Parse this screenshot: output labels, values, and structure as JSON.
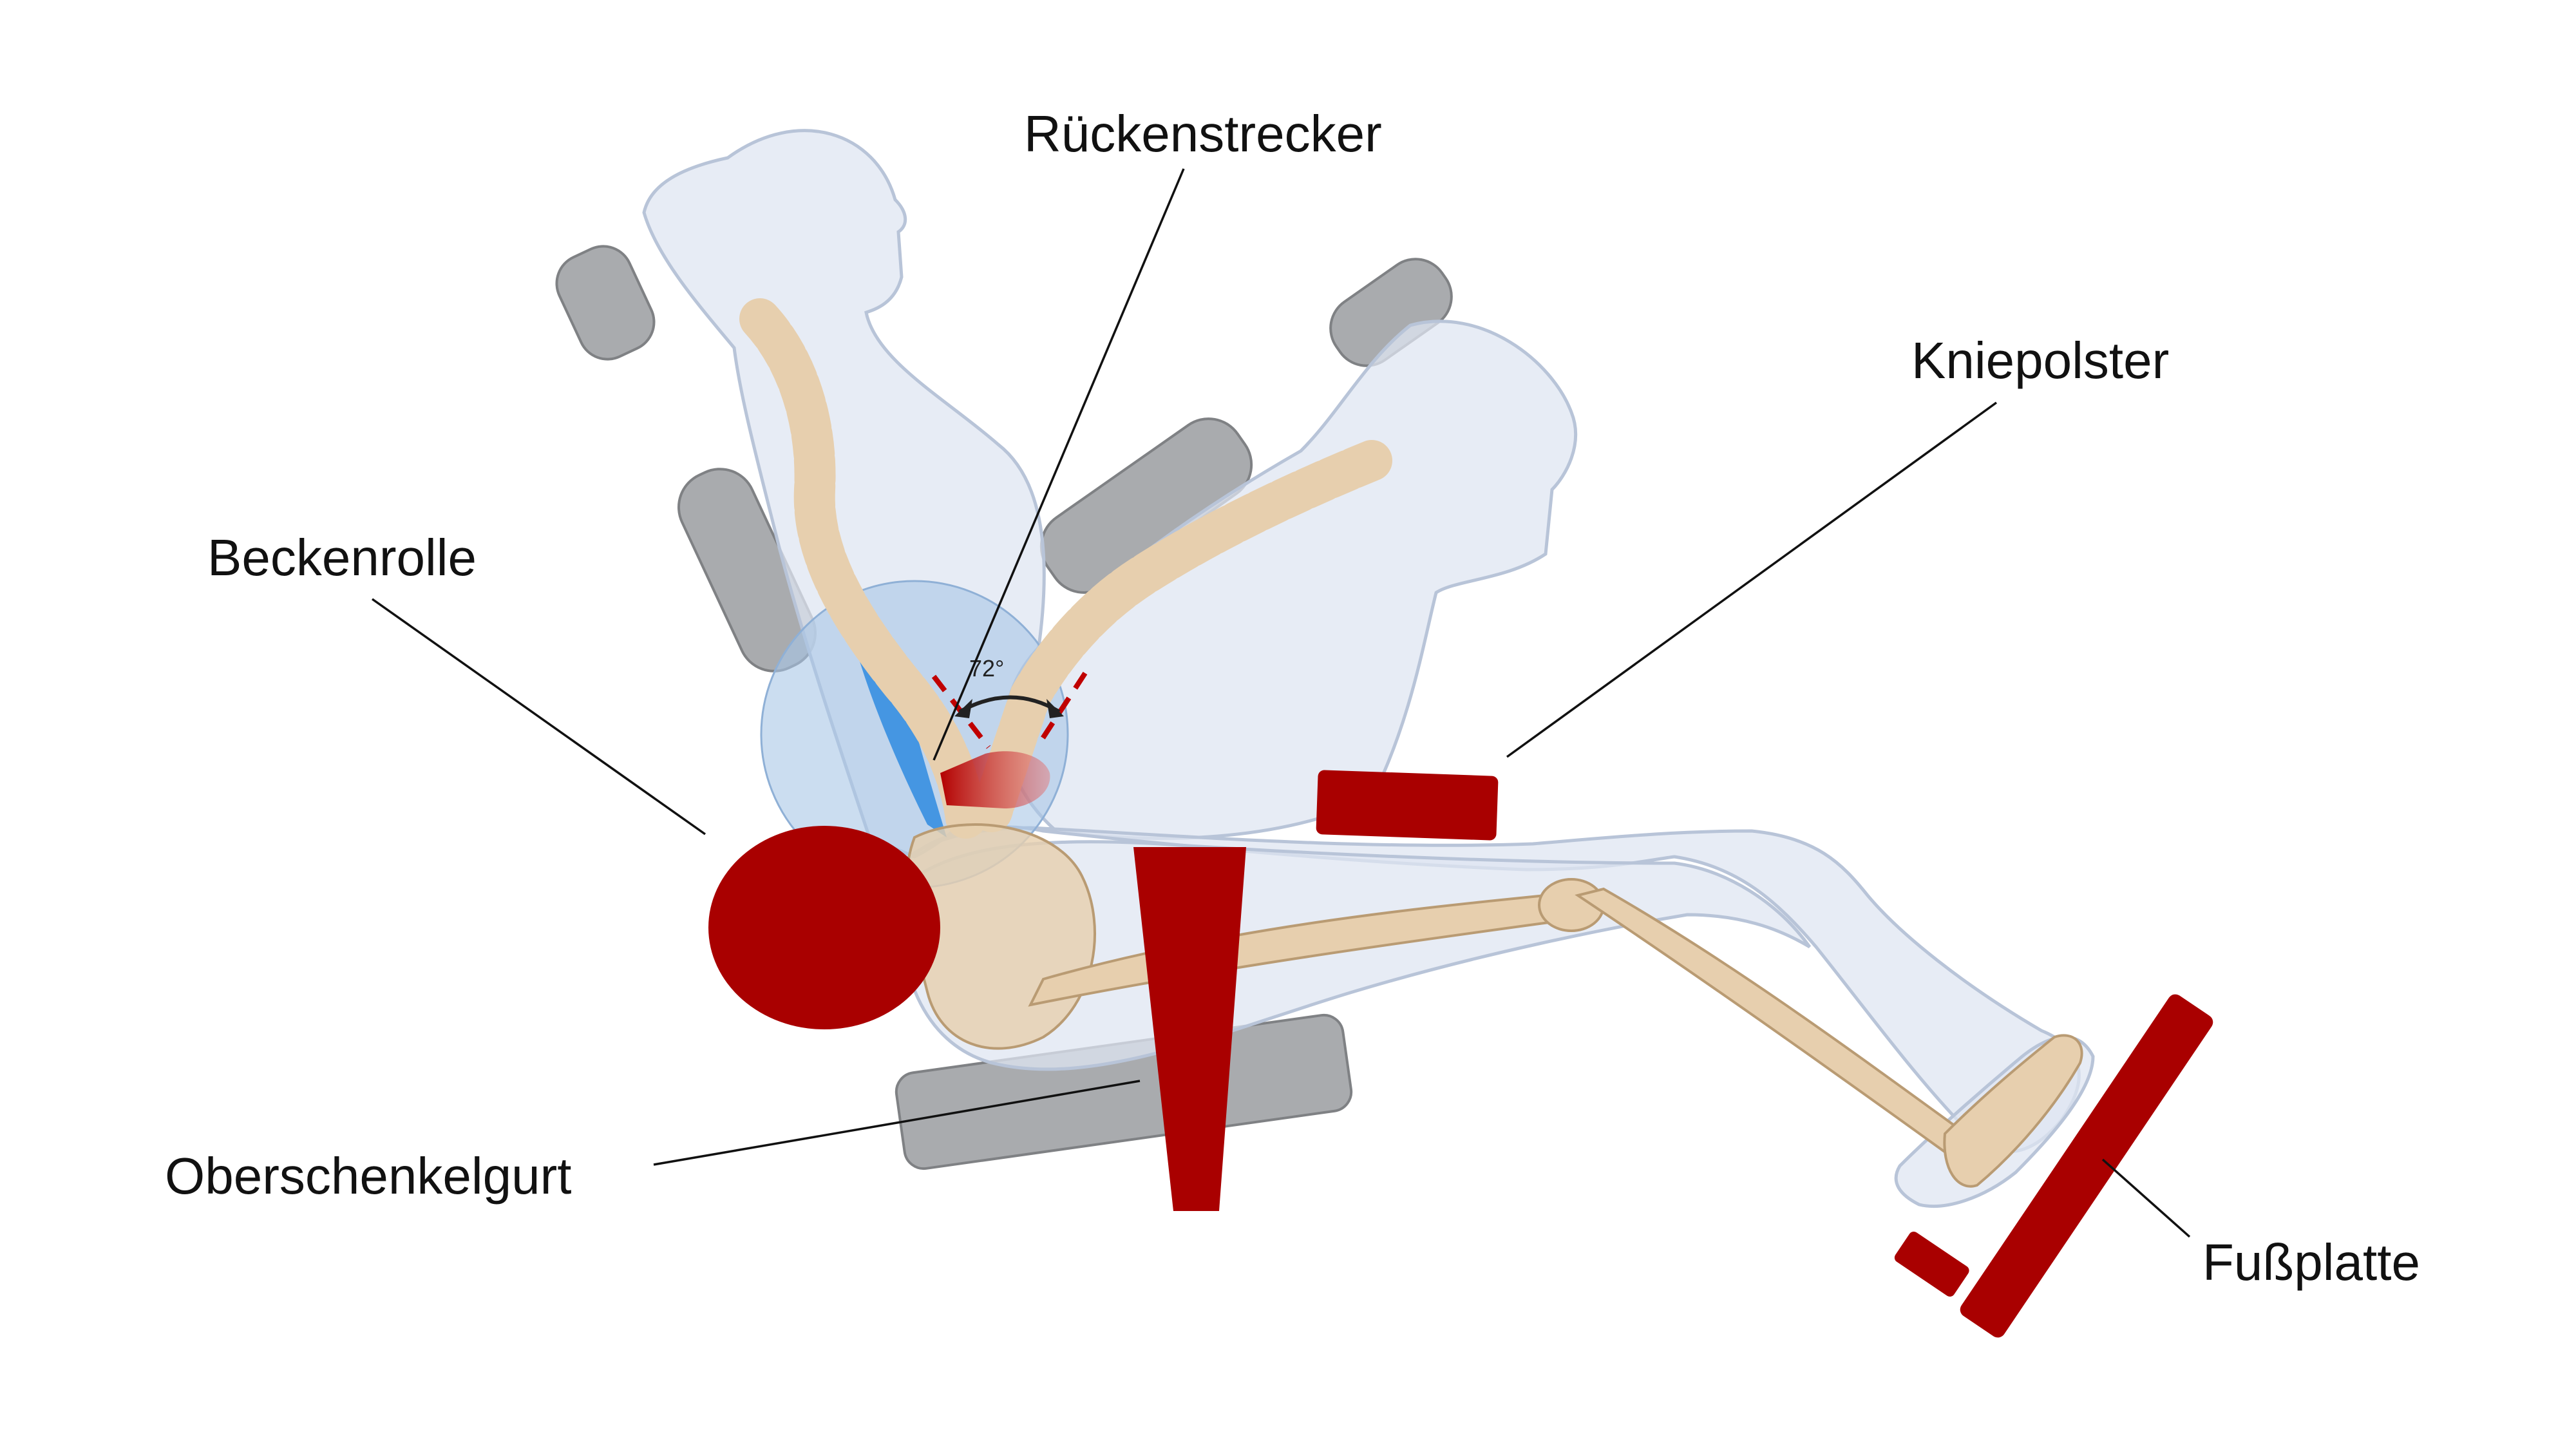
{
  "labels": {
    "rueckenstrecker": "Rückenstrecker",
    "kniepolster": "Kniepolster",
    "beckenrolle": "Beckenrolle",
    "oberschenkelgurt": "Oberschenkelgurt",
    "fussplatte": "Fußplatte"
  },
  "angle_label": "72°",
  "colors": {
    "pad_red": "#a90000",
    "seat_gray": "#a9abae",
    "body_fill": "#dfe6f1",
    "bone": "#e7cfae",
    "muscle_blue": "#2f8be0",
    "text": "#111111"
  }
}
